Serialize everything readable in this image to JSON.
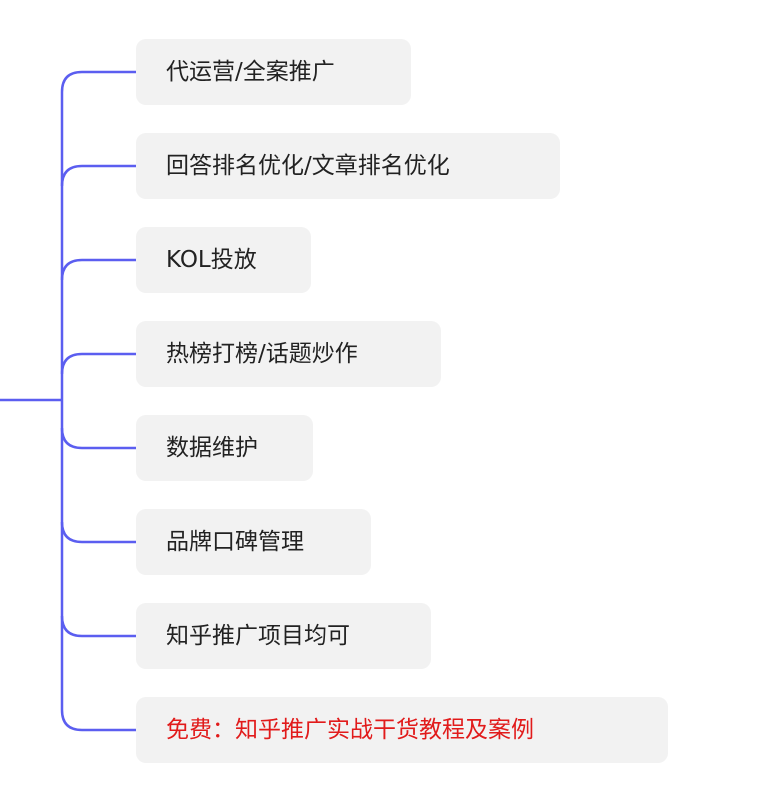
{
  "colors": {
    "connector": "#5b5ef0",
    "node_bg": "#f2f2f2",
    "node_text": "#222222",
    "highlight_text": "#e11b1b"
  },
  "branches": [
    {
      "label": "代运营/全案推广"
    },
    {
      "label": "回答排名优化/文章排名优化"
    },
    {
      "label": "KOL投放"
    },
    {
      "label": "热榜打榜/话题炒作"
    },
    {
      "label": "数据维护"
    },
    {
      "label": "品牌口碑管理"
    },
    {
      "label": "知乎推广项目均可"
    },
    {
      "label": "免费：知乎推广实战干货教程及案例"
    }
  ]
}
